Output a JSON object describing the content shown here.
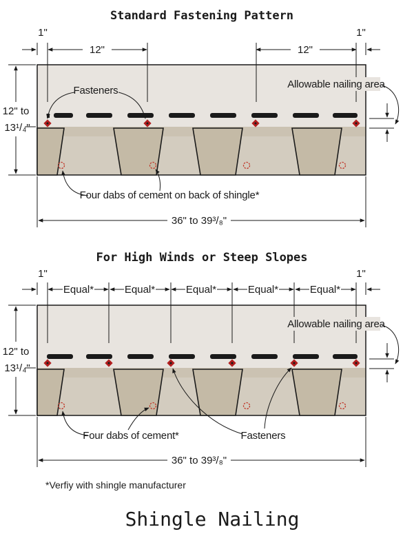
{
  "colors": {
    "shingle_top": "#e8e4df",
    "shingle_bottom": "#d3ccbf",
    "nailing_band": "#cfc6b6",
    "slot_fill": "#c2b8a4",
    "outline": "#1a1a1a",
    "fastener": "#b21e1e",
    "cement": "#c0392b"
  },
  "standard": {
    "title": "Standard Fastening Pattern",
    "dim_1_left": "1\"",
    "dim_1_right": "1\"",
    "dim_12_left": "12\"",
    "dim_12_right": "12\"",
    "exposure_line1": "12\" to",
    "exposure_line2": "13¹/₄\"",
    "fasteners_label": "Fasteners",
    "nailing_area_label": "Allowable nailing area",
    "cement_label": "Four dabs of cement on back of shingle*",
    "width_label": "36\" to 39³/₈\""
  },
  "high_wind": {
    "title": "For High Winds or Steep Slopes",
    "dim_1_left": "1\"",
    "dim_1_right": "1\"",
    "equal_labels": [
      "Equal*",
      "Equal*",
      "Equal*",
      "Equal*",
      "Equal*"
    ],
    "exposure_line1": "12\" to",
    "exposure_line2": "13¹/₄\"",
    "nailing_area_label": "Allowable nailing area",
    "cement_label": "Four dabs of cement*",
    "fasteners_label": "Fasteners",
    "width_label": "36\" to 39³/₈\""
  },
  "footnote": "*Verfiy with shingle manufacturer",
  "caption": "Shingle Nailing"
}
